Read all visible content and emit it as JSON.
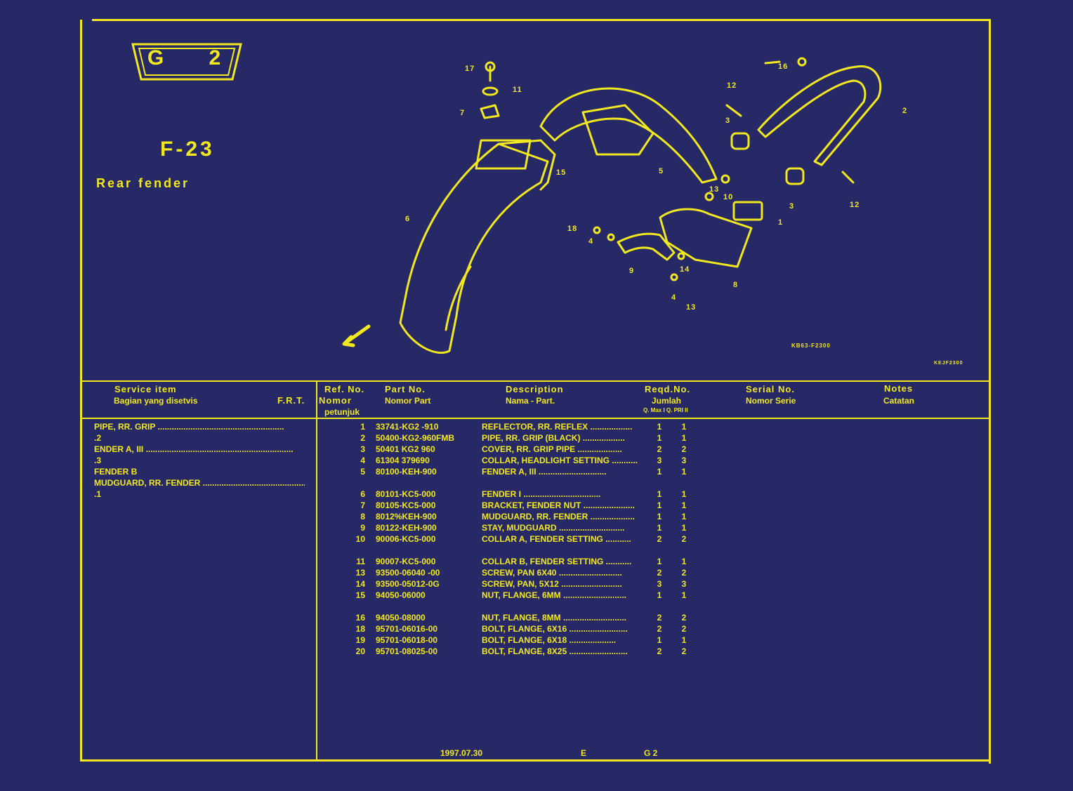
{
  "section_badge": "G 2",
  "page_code": "F-23",
  "page_subtitle": "Rear fender",
  "diagram": {
    "callouts": [
      "17",
      "11",
      "7",
      "15",
      "6",
      "5",
      "12",
      "3",
      "10",
      "13",
      "16",
      "2",
      "18",
      "4",
      "9",
      "14",
      "4",
      "13",
      "8",
      "1",
      "3",
      "12"
    ],
    "diagram_id": "KB63-F2300",
    "sheet_id": "KEJF2300"
  },
  "headers": {
    "service_item": "Service      item",
    "service_item_sub": "Bagian yang disetvis",
    "frt": "F.R.T.",
    "ref_no": "Ref.  No.",
    "ref_no_sub": "Nomor",
    "ref_no_sub2": "petunjuk",
    "part_no": "Part   No.",
    "part_no_sub": "Nomor  Part",
    "description": "Description",
    "description_sub": "Nama - Part.",
    "reqd_no": "Reqd.No.",
    "reqd_no_sub": "Jumlah",
    "reqd_no_sub2": "Q. Max I Q. PRI II",
    "serial_no": "Serial  No.",
    "serial_no_sub": "Nomor  Serie",
    "notes": "Notes",
    "notes_sub": "Catatan"
  },
  "service_items": [
    "PIPE, RR. GRIP ......................................................",
    ".2",
    "ENDER A, III ...............................................................",
    ".3",
    "FENDER B",
    "MUDGUARD, RR. FENDER ...................................................",
    ".1"
  ],
  "parts": [
    {
      "ref": "1",
      "part": "33741-KG2 -910",
      "desc": "REFLECTOR, RR. REFLEX ..................",
      "q1": "1",
      "q2": "1"
    },
    {
      "ref": "2",
      "part": "50400-KG2-960FMB",
      "desc": "PIPE, RR. GRIP (BLACK) ..................",
      "q1": "1",
      "q2": "1"
    },
    {
      "ref": "3",
      "part": "50401 KG2 960",
      "desc": "COVER, RR. GRIP PIPE ...................",
      "q1": "2",
      "q2": "2"
    },
    {
      "ref": "4",
      "part": "61304  379690",
      "desc": "COLLAR, HEADLIGHT SETTING ...........",
      "q1": "3",
      "q2": "3"
    },
    {
      "ref": "5",
      "part": "80100-KEH-900",
      "desc": "FENDER A, III .............................",
      "q1": "1",
      "q2": "1"
    },
    {
      "ref": "6",
      "part": "80101-KC5-000",
      "desc": "FENDER  I .................................",
      "q1": "1",
      "q2": "1"
    },
    {
      "ref": "7",
      "part": "80105-KC5-000",
      "desc": "BRACKET, FENDER NUT ......................",
      "q1": "1",
      "q2": "1"
    },
    {
      "ref": "8",
      "part": "8012%KEH-900",
      "desc": "MUDGUARD, RR. FENDER ...................",
      "q1": "1",
      "q2": "1"
    },
    {
      "ref": "9",
      "part": "80122-KEH-900",
      "desc": "STAY, MUDGUARD ............................",
      "q1": "1",
      "q2": "1"
    },
    {
      "ref": "10",
      "part": "90006-KC5-000",
      "desc": "COLLAR A, FENDER SETTING ...........",
      "q1": "2",
      "q2": "2"
    },
    {
      "ref": "11",
      "part": "90007-KC5-000",
      "desc": "COLLAR B, FENDER SETTING ...........",
      "q1": "1",
      "q2": "1"
    },
    {
      "ref": "13",
      "part": "93500-06040  -00",
      "desc": "SCREW, PAN 6X40 ...........................",
      "q1": "2",
      "q2": "2"
    },
    {
      "ref": "14",
      "part": "93500-05012-0G",
      "desc": "SCREW, PAN, 5X12 ..........................",
      "q1": "3",
      "q2": "3"
    },
    {
      "ref": "15",
      "part": "94050-06000",
      "desc": "NUT, FLANGE, 6MM ...........................",
      "q1": "1",
      "q2": "1"
    },
    {
      "ref": "16",
      "part": "94050-08000",
      "desc": "NUT, FLANGE, 8MM ...........................",
      "q1": "2",
      "q2": "2"
    },
    {
      "ref": "18",
      "part": "95701-06016-00",
      "desc": "BOLT, FLANGE, 6X16 .........................",
      "q1": "2",
      "q2": "2"
    },
    {
      "ref": "19",
      "part": "95701-06018-00",
      "desc": "BOLT, FLANGE, 6X18 ....................",
      "q1": "1",
      "q2": "1"
    },
    {
      "ref": "20",
      "part": "95701-08025-00",
      "desc": "BOLT, FLANGE, 8X25 .........................",
      "q1": "2",
      "q2": "2"
    }
  ],
  "footer": {
    "date": "1997.07.30",
    "edition": "E",
    "section": "G 2"
  }
}
